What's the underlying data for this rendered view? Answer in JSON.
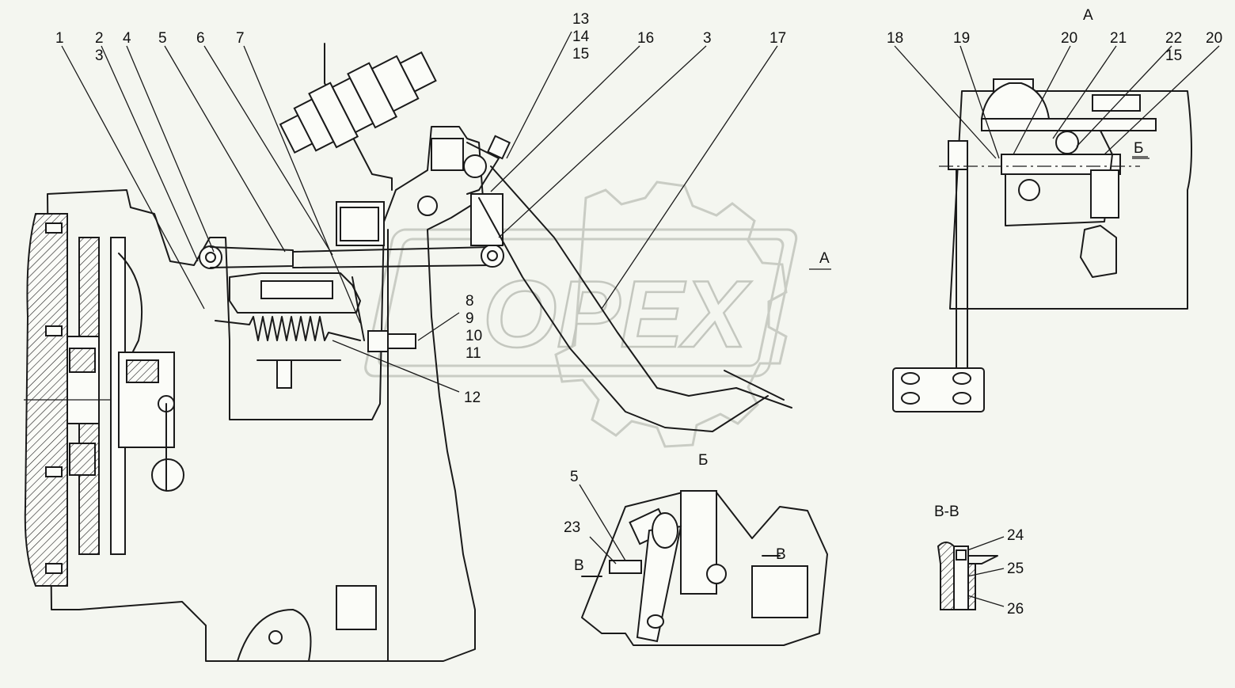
{
  "watermark": "OPEX",
  "views": {
    "a": "А",
    "b": "Б",
    "section": "В-В",
    "arrow_a": "А",
    "arrow_b": "Б",
    "cut_b1": "В",
    "cut_b2": "В"
  },
  "callouts": [
    "1",
    "2",
    "3",
    "4",
    "5",
    "6",
    "7",
    "13",
    "14",
    "15",
    "16",
    "3",
    "17",
    "8",
    "9",
    "10",
    "11",
    "12",
    "18",
    "19",
    "20",
    "21",
    "22",
    "15",
    "20",
    "5",
    "23",
    "24",
    "25",
    "26"
  ],
  "colors": {
    "line": "#1a1a1a",
    "background": "#f4f6f0",
    "watermark": "#c4c7bf"
  }
}
